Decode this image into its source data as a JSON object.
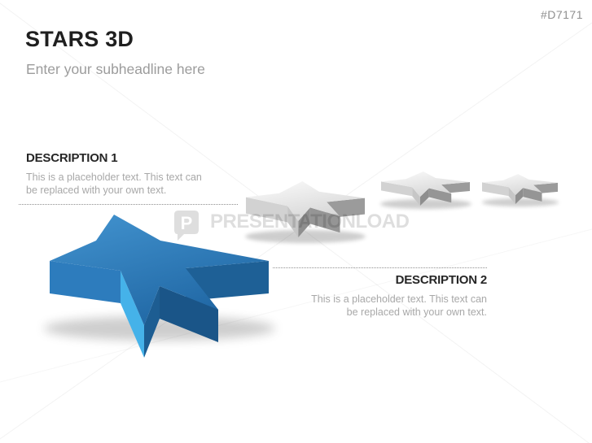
{
  "slide": {
    "product_code": "#D7171",
    "title": "STARS 3D",
    "subheadline": "Enter your subheadline here"
  },
  "descriptions": [
    {
      "heading": "DESCRIPTION 1",
      "line1": "This is a placeholder text. This text can",
      "line2": "be replaced with your own text."
    },
    {
      "heading": "DESCRIPTION 2",
      "line1": "This is a placeholder text. This text can",
      "line2": "be replaced with your own text."
    }
  ],
  "watermark": {
    "logo_letter": "P",
    "brand": "PRESENTATIONLOAD"
  },
  "stars": {
    "count": 4,
    "items": [
      {
        "id": "star-blue",
        "color": "blue",
        "state": "highlighted"
      },
      {
        "id": "star-gray-1",
        "color": "gray",
        "state": "default"
      },
      {
        "id": "star-gray-2",
        "color": "gray",
        "state": "default"
      },
      {
        "id": "star-gray-3",
        "color": "gray",
        "state": "default"
      }
    ]
  },
  "colors": {
    "accent_blue": "#2e7fc1",
    "blue": {
      "topLight": "#4394d0",
      "topDark": "#2067a4",
      "faces": [
        "#1e6096",
        "#164c7c",
        "#1a5588",
        "#1d5d92",
        "#45b2e9",
        "#2d7cbd"
      ]
    },
    "gray": {
      "topLight": "#fcfcfc",
      "topDark": "#d6d6d6",
      "faces": [
        "#9b9b9b",
        "#8a8a8a",
        "#959595",
        "#8e8e8e",
        "#c6c6c6",
        "#d2d2d2"
      ]
    },
    "shadow": "#3c3c3c",
    "heading_text": "#262626",
    "body_text": "#a8a8a8",
    "dotted_line": "#8f8f8f"
  }
}
